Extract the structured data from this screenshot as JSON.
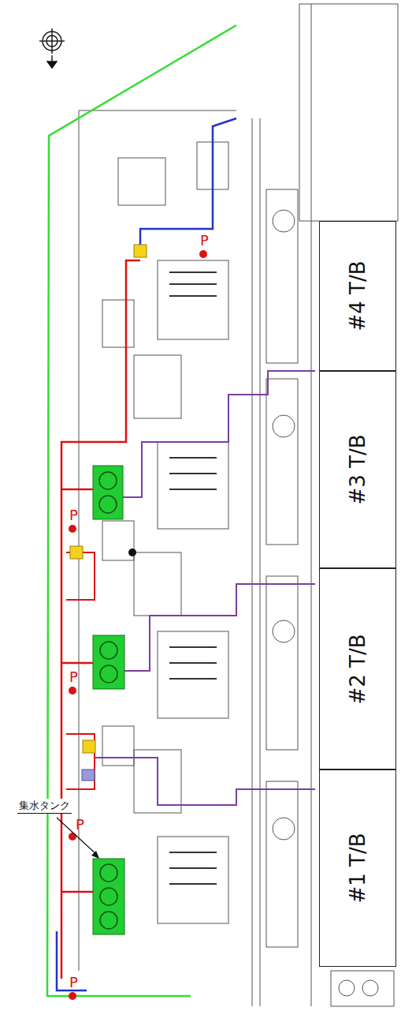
{
  "diagram": {
    "nodes": [
      {
        "text": [
          "#4 T/B"
        ]
      },
      {
        "text": [
          "#3 T/B"
        ]
      },
      {
        "text": [
          "#2 T/B"
        ]
      },
      {
        "text": [
          "#1 T/B"
        ]
      }
    ],
    "labels": [
      "集水タンク",
      "P",
      "P",
      "P",
      "P",
      "P"
    ]
  }
}
